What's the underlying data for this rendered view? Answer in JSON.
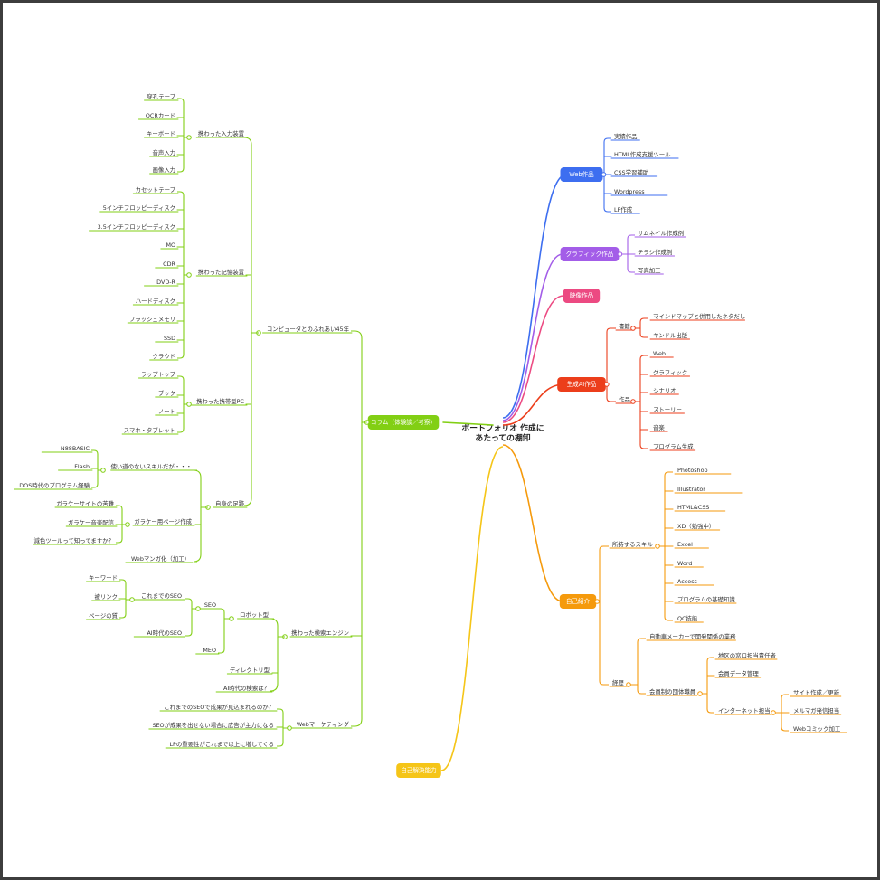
{
  "colors": {
    "web": "#3d6ef0",
    "graphic": "#a35de8",
    "video": "#ec4a82",
    "ai": "#ec3e1b",
    "self": "#f59a0c",
    "column": "#82cf14",
    "ability": "#f5c518",
    "border": "#3d3d3d"
  },
  "root": {
    "line1": "ポートフォリオ 作成に",
    "line2": "あたっての棚卸"
  },
  "web": {
    "title": "Web作品",
    "items": [
      "実績作品",
      "HTML作成支援ツール",
      "CSS学習補助",
      "Wordpress",
      "LP作成"
    ]
  },
  "graphic": {
    "title": "グラフィック作品",
    "items": [
      "サムネイル作成例",
      "チラシ作成例",
      "写真加工"
    ]
  },
  "video": {
    "title": "映像作品"
  },
  "ai": {
    "title": "生成AI作品",
    "books": {
      "label": "書籍",
      "items": [
        "マインドマップと併用したネタだし",
        "キンドル出版"
      ]
    },
    "works": {
      "label": "作品",
      "items": [
        "Web",
        "グラフィック",
        "シナリオ",
        "ストーリー",
        "音楽",
        "プログラム生成"
      ]
    }
  },
  "self": {
    "title": "自己紹介",
    "skills": {
      "label": "所持するスキル",
      "items": [
        "Photoshop",
        "Illustrator",
        "HTML&CSS",
        "XD（勉強中）",
        "Excel",
        "Word",
        "Access",
        "プログラムの基礎知識",
        "QC技能"
      ]
    },
    "career": {
      "label": "経歴",
      "maker": "自動車メーカーで開発関係の業務",
      "group": {
        "label": "会員制の団体職員",
        "items": [
          "地区の窓口担当責任者",
          "会員データ管理"
        ],
        "net": {
          "label": "インターネット担当",
          "items": [
            "サイト作成／更新",
            "メルマガ発信担当",
            "Webコミック加工"
          ]
        }
      }
    }
  },
  "ability": {
    "title": "自己解決能力"
  },
  "column": {
    "title": "コラム（体験談／考察）",
    "computer": {
      "label": "コンピュータとのふれあい45年",
      "input": {
        "label": "携わった入力装置",
        "items": [
          "穿孔テープ",
          "OCRカード",
          "キーボード",
          "音声入力",
          "画像入力"
        ]
      },
      "storage": {
        "label": "携わった記憶装置",
        "items": [
          "カセットテープ",
          "5インチフロッピーディスク",
          "3.5インチフロッピーディスク",
          "MO",
          "CDR",
          "DVD-R",
          "ハードディスク",
          "フラッシュメモリ",
          "SSD",
          "クラウド"
        ]
      },
      "pc": {
        "label": "携わった携帯型PC",
        "items": [
          "ラップトップ",
          "ブック",
          "ノート",
          "スマホ・タブレット"
        ]
      },
      "footsteps": {
        "label": "自身の足跡",
        "unused": {
          "label": "使い道のないスキルだが・・・",
          "items": [
            "N88BASIC",
            "Flash",
            "DOS時代のプログラム経験"
          ]
        },
        "mobile": {
          "label": "ガラケー用ページ作成",
          "items": [
            "ガラケーサイトの苦難",
            "ガラケー音楽配信",
            "減色ツールって知ってますか？"
          ]
        },
        "manga": "Webマンガ化（加工）"
      }
    },
    "search": {
      "label": "携わった検索エンジン",
      "robot": {
        "label": "ロボット型",
        "seo": {
          "label": "SEO",
          "past": {
            "label": "これまでのSEO",
            "items": [
              "キーワード",
              "被リンク",
              "ページの質"
            ]
          },
          "ai": "AI時代のSEO"
        },
        "meo": "MEO"
      },
      "directory": "ディレクトリ型",
      "ai_search": "AI時代の検索は？"
    },
    "marketing": {
      "label": "Webマーケティング",
      "items": [
        "これまでのSEOで成果が見込まれるのか？",
        "SEOが成果を出せない場合に広告が主力になる",
        "LPの重要性がこれまで以上に増してくる"
      ]
    }
  }
}
